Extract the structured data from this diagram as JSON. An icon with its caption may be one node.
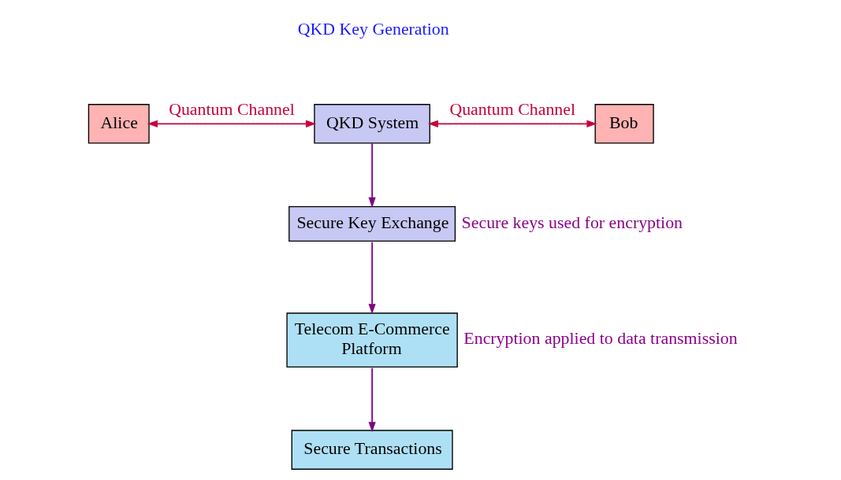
{
  "diagram": {
    "nodes": [
      {
        "text": [
          "Alice"
        ]
      },
      {
        "text": [
          "QKD System"
        ],
        "beside": [
          "QKD Key Generation"
        ]
      },
      {
        "text": [
          "Bob"
        ]
      },
      {
        "text": [
          "Secure Key Exchange"
        ],
        "beside": [
          "Secure keys used for encryption"
        ]
      },
      {
        "text": [
          "Telecom E-Commerce Platform"
        ],
        "beside": [
          "Encryption applied to data transmission"
        ]
      },
      {
        "text": [
          "Secure Transactions"
        ]
      }
    ],
    "edges": [
      {
        "from": 1,
        "to": 0,
        "arrow": "both",
        "label": "Quantum Channel",
        "color": "#c8003c"
      },
      {
        "from": 1,
        "to": 2,
        "arrow": "both",
        "label": "Quantum Channel",
        "color": "#c8003c"
      },
      {
        "from": 1,
        "to": 3,
        "arrow": "to"
      },
      {
        "from": 3,
        "to": 4,
        "arrow": "to"
      },
      {
        "from": 4,
        "to": 5,
        "arrow": "to"
      }
    ]
  }
}
